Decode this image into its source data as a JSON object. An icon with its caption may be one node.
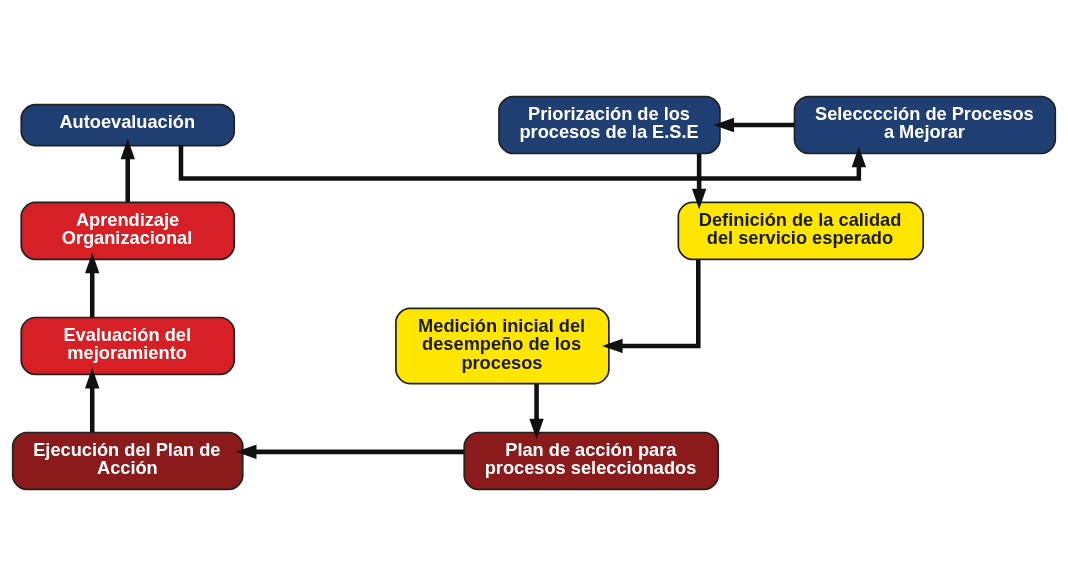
{
  "diagram": {
    "nodes": [
      {
        "text": [
          "Autoevaluación"
        ]
      },
      {
        "text": [
          "Selecccción de Procesos a Mejorar"
        ]
      },
      {
        "text": [
          "Priorización de los procesos de la E.S.E"
        ]
      },
      {
        "text": [
          "Definición de la calidad del servicio esperado"
        ]
      },
      {
        "text": [
          "Medición inicial del desempeño de los procesos"
        ]
      },
      {
        "text": [
          "Plan de acción para procesos seleccionados"
        ]
      },
      {
        "text": [
          "Ejecución del Plan de Acción"
        ]
      },
      {
        "text": [
          "Evaluación del mejoramiento"
        ]
      },
      {
        "text": [
          "Aprendizaje Organizacional"
        ]
      }
    ],
    "edges": [
      {
        "from": 0,
        "to": 1,
        "arrow": "to"
      },
      {
        "from": 1,
        "to": 2,
        "arrow": "to"
      },
      {
        "from": 2,
        "to": 3,
        "arrow": "to"
      },
      {
        "from": 3,
        "to": 4,
        "arrow": "to"
      },
      {
        "from": 4,
        "to": 5,
        "arrow": "to"
      },
      {
        "from": 5,
        "to": 6,
        "arrow": "to"
      },
      {
        "from": 6,
        "to": 7,
        "arrow": "to"
      },
      {
        "from": 7,
        "to": 8,
        "arrow": "to"
      },
      {
        "from": 8,
        "to": 0,
        "arrow": "to"
      }
    ]
  }
}
